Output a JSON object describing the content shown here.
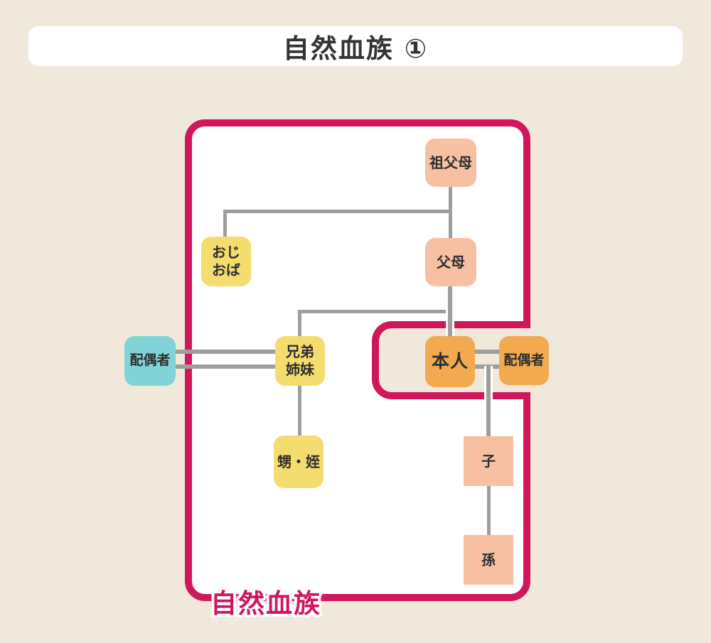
{
  "title": "自然血族 ①",
  "diagram": {
    "outline_label": "自然血族",
    "nodes": {
      "grandparents": {
        "label": "祖父母"
      },
      "uncle_aunt": {
        "lines": [
          "おじ",
          "おば"
        ]
      },
      "parents": {
        "label": "父母"
      },
      "siblings": {
        "lines": [
          "兄弟",
          "姉妹"
        ]
      },
      "sibling_spouse": {
        "label": "配偶者"
      },
      "self": {
        "label": "本人"
      },
      "self_spouse": {
        "label": "配偶者"
      },
      "nephew_niece": {
        "label": "甥・姪"
      },
      "child": {
        "label": "子"
      },
      "grandchild": {
        "label": "孫"
      }
    },
    "edges": [
      "grandparents-parents",
      "parents-uncle_aunt",
      "parents-children",
      "siblings-self",
      "sibling_spouse=siblings",
      "self=self_spouse",
      "siblings-nephew_niece",
      "self-child",
      "child-grandchild"
    ],
    "colors": {
      "background": "#f0e9db",
      "outline": "#d0175c",
      "connector": "#9e9e9e",
      "blood_relative": "#f8c0a2",
      "collateral_relative": "#f5dc6e",
      "self_and_spouse": "#f3a94f",
      "non_blood_spouse": "#80d4d7",
      "text": "#2e2e2e"
    }
  }
}
